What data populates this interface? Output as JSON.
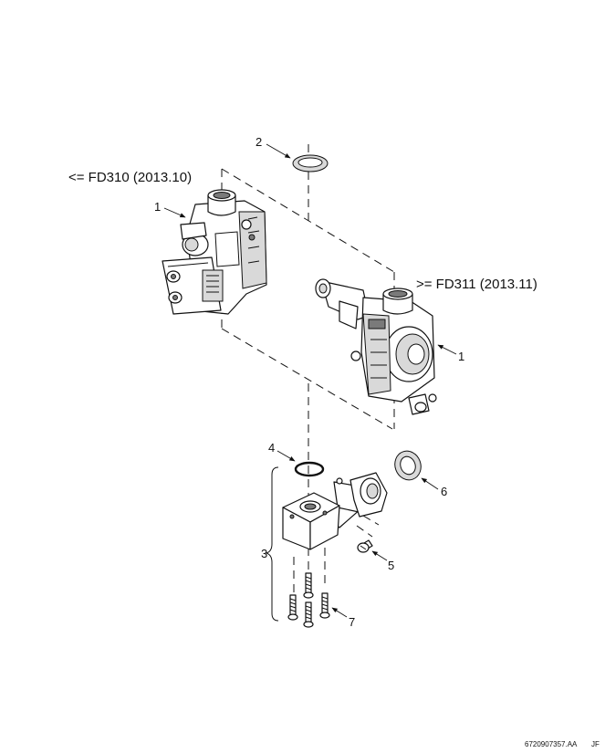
{
  "callouts": {
    "c1a": "1",
    "c1b": "1",
    "c2": "2",
    "c3": "3",
    "c4": "4",
    "c5": "5",
    "c6": "6",
    "c7": "7"
  },
  "variants": {
    "old": "<= FD310 (2013.10)",
    "new": ">= FD311 (2013.11)"
  },
  "drawing_number": "6720907357.AA",
  "drawing_suffix": "JF"
}
